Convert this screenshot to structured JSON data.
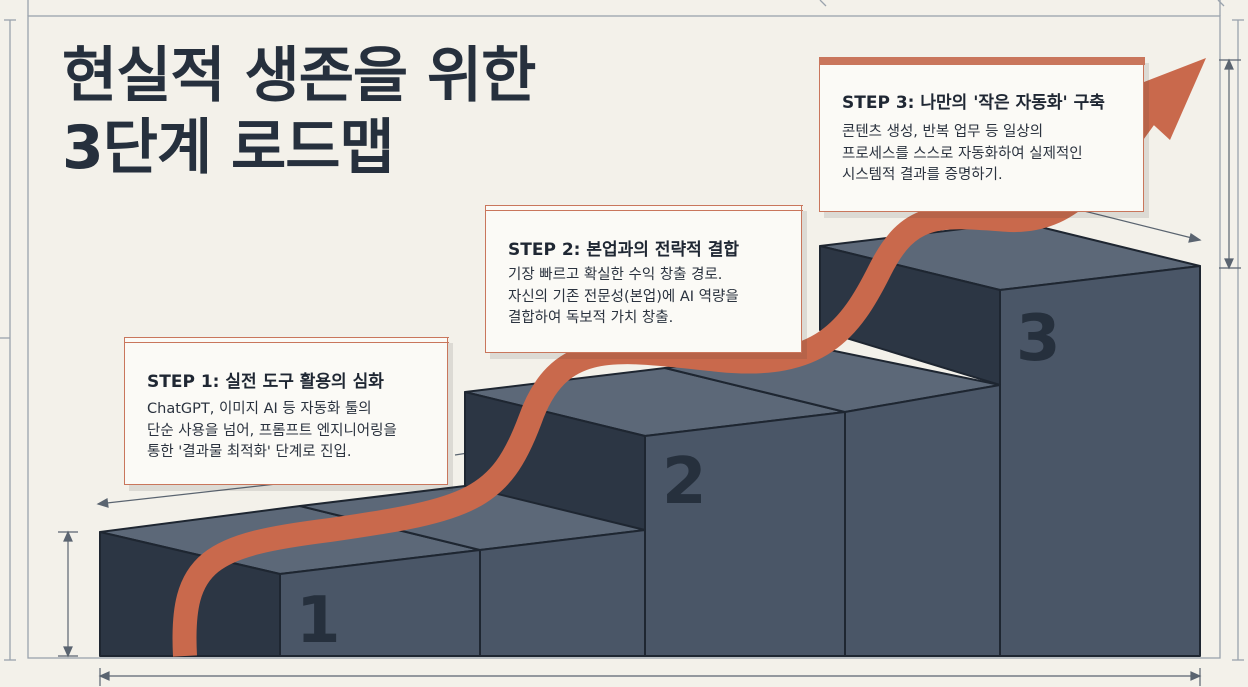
{
  "title": {
    "line1": "현실적 생존을 위한",
    "line2": "3단계 로드맵"
  },
  "steps": [
    {
      "number": "1",
      "heading": "STEP 1: 실전 도구 활용의 심화",
      "lines": [
        "ChatGPT, 이미지 AI 등 자동화 툴의",
        "단순 사용을 넘어, 프롬프트 엔지니어링을",
        "통한 '결과물 최적화' 단계로 진입."
      ]
    },
    {
      "number": "2",
      "heading": "STEP 2: 본업과의 전략적 결합",
      "lines": [
        "기장 빠르고 확실한 수익 창출 경로.",
        "자신의 기존 전문성(본업)에 AI 역량을",
        "결합하여 독보적 가치 창출."
      ]
    },
    {
      "number": "3",
      "heading": "STEP 3: 나만의 '작은 자동화' 구축",
      "lines": [
        "콘텐츠 생성, 반복 업무 등 일상의",
        "프로세스를 스스로 자동화하여 실제적인",
        "시스템적 결과를 증명하기."
      ]
    }
  ],
  "colors": {
    "background": "#f3f1ea",
    "stair_front": "#4f5b6b",
    "stair_top": "#5f6b7b",
    "stair_side": "#2c3644",
    "arrow": "#c9694c",
    "card_border": "#c9765c",
    "text": "#26303d"
  }
}
